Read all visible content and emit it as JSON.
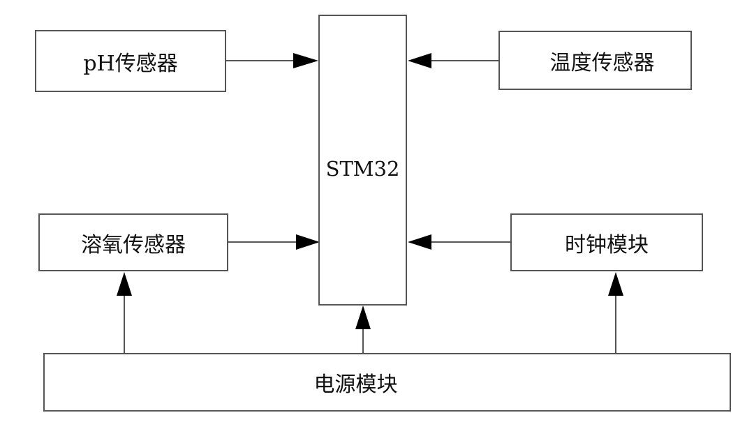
{
  "diagram": {
    "type": "block-diagram",
    "nodes": {
      "ph_sensor": {
        "label": "pH传感器"
      },
      "stm32": {
        "label": "STM32"
      },
      "temp_sensor": {
        "label": "温度传感器"
      },
      "do_sensor": {
        "label": "溶氧传感器"
      },
      "clock_module": {
        "label": "时钟模块"
      },
      "power_module": {
        "label": "电源模块"
      }
    },
    "edges": [
      {
        "from": "ph_sensor",
        "to": "stm32"
      },
      {
        "from": "temp_sensor",
        "to": "stm32"
      },
      {
        "from": "do_sensor",
        "to": "stm32"
      },
      {
        "from": "clock_module",
        "to": "stm32"
      },
      {
        "from": "power_module",
        "to": "do_sensor"
      },
      {
        "from": "power_module",
        "to": "stm32"
      },
      {
        "from": "power_module",
        "to": "clock_module"
      }
    ],
    "colors": {
      "line": "#555555",
      "arrow": "#000000",
      "text": "#111111"
    }
  }
}
